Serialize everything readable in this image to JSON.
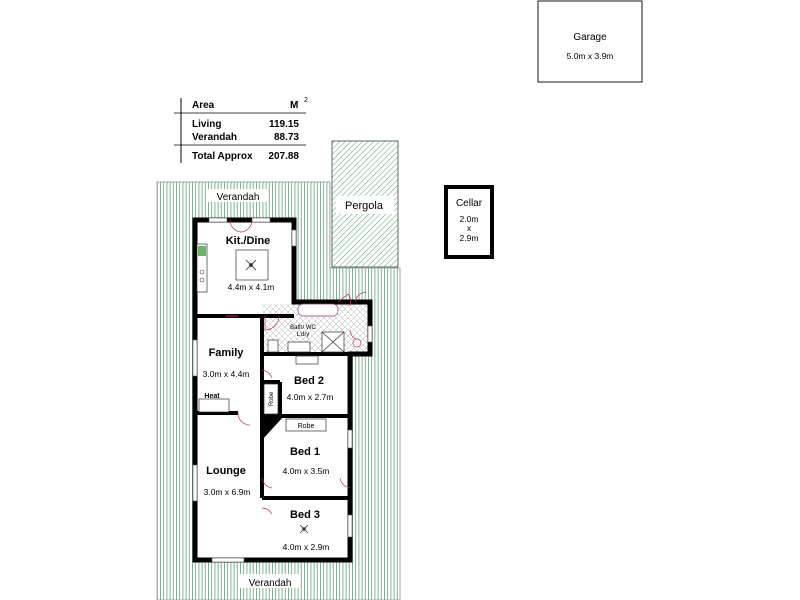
{
  "area_table": {
    "header_label": "Area",
    "header_unit": "M",
    "header_unit_sup": "2",
    "rows": [
      {
        "label": "Living",
        "value": "119.15"
      },
      {
        "label": "Verandah",
        "value": "88.73"
      }
    ],
    "total": {
      "label": "Total Approx",
      "value": "207.88"
    }
  },
  "outbuildings": {
    "garage": {
      "name": "Garage",
      "dims": "5.0m x 3.9m"
    },
    "cellar": {
      "name": "Cellar",
      "dim1": "2.0m",
      "x": "x",
      "dim2": "2.9m"
    },
    "pergola": {
      "name": "Pergola"
    }
  },
  "verandah": {
    "top_label": "Verandah",
    "bottom_label": "Verandah"
  },
  "rooms": {
    "kitchen": {
      "name": "Kit./Dine",
      "dims": "4.4m x 4.1m"
    },
    "wet": {
      "name": "Bath/ WC",
      "sub": "L'dry"
    },
    "family": {
      "name": "Family",
      "dims": "3.0m x 4.4m"
    },
    "heat": {
      "name": "Heat"
    },
    "bed2": {
      "name": "Bed 2",
      "dims": "4.0m x 2.7m"
    },
    "robe_bed2": {
      "name": "Robe"
    },
    "bed1": {
      "name": "Bed 1",
      "dims": "4.0m x 3.5m"
    },
    "robe_bed1": {
      "name": "Robe"
    },
    "lounge": {
      "name": "Lounge",
      "dims": "3.0m x 6.9m"
    },
    "bed3": {
      "name": "Bed 3",
      "dims": "4.0m x 2.9m"
    }
  }
}
